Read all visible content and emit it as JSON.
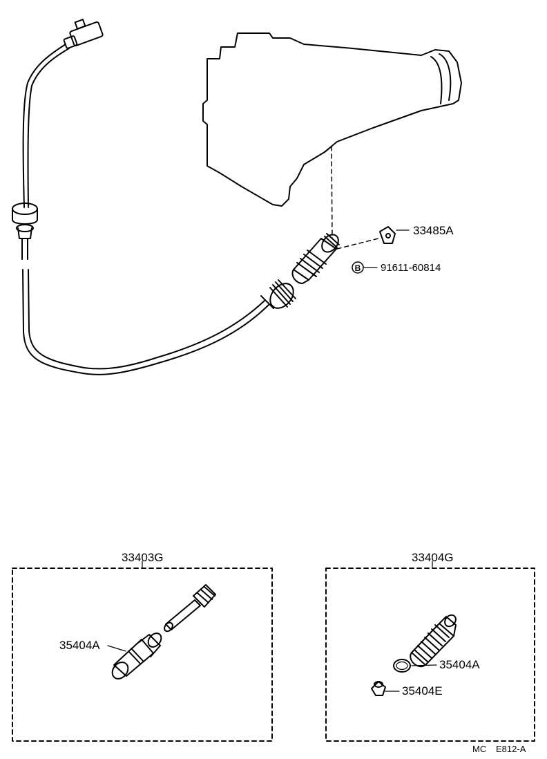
{
  "callouts": {
    "part_33485A": "33485A",
    "part_91611": "91611-60814",
    "part_91611_marker": "B"
  },
  "boxes": {
    "left": {
      "title": "33403G",
      "part_35404A": "35404A"
    },
    "right": {
      "title": "33404G",
      "part_35404A": "35404A",
      "part_35404E": "35404E"
    }
  },
  "footer": {
    "code_prefix": "MC",
    "code": "E812-A"
  },
  "colors": {
    "ink": "#000000",
    "paper": "#ffffff"
  }
}
